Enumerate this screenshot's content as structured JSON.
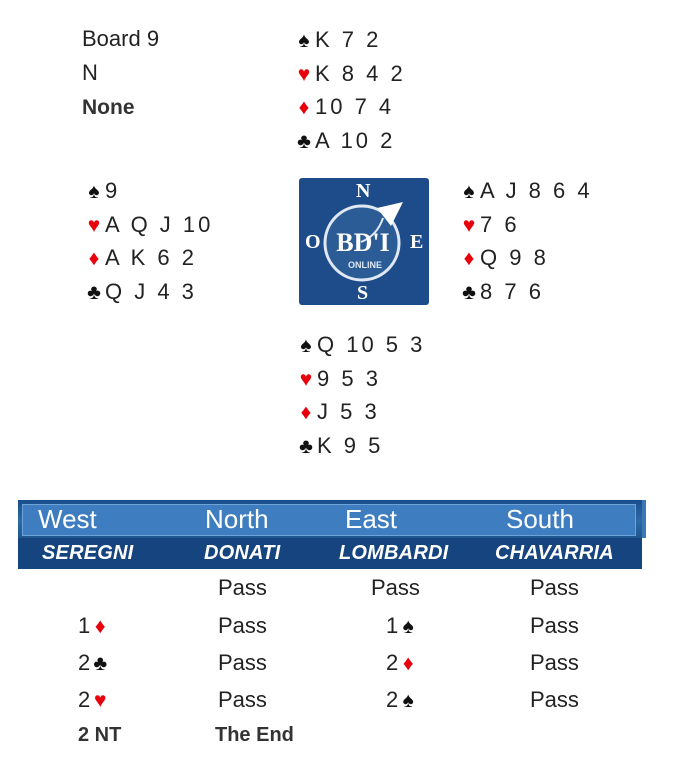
{
  "board": {
    "title": "Board 9",
    "dealer": "N",
    "vulnerability": "None"
  },
  "hands": {
    "north": {
      "spades": "K 7 2",
      "hearts": "K 8 4 2",
      "diamonds": "10 7 4",
      "clubs": "A 10 2"
    },
    "west": {
      "spades": "9",
      "hearts": "A Q J 10",
      "diamonds": "A K 6 2",
      "clubs": "Q J 4 3"
    },
    "east": {
      "spades": "A J 8 6 4",
      "hearts": "7 6",
      "diamonds": "Q 9 8",
      "clubs": "8 7 6"
    },
    "south": {
      "spades": "Q 10 5 3",
      "hearts": "9 5 3",
      "diamonds": "J 5 3",
      "clubs": "K 9 5"
    }
  },
  "logo": {
    "n": "N",
    "s": "S",
    "o": "O",
    "e": "E",
    "text": "BD'I",
    "sub": "ONLINE"
  },
  "colors": {
    "logo_bg": "#1e4c8a",
    "header_blue": "#3e7dc0",
    "header_dark": "#16447f",
    "red_suit": "#e8000b"
  },
  "auction": {
    "seats": [
      "West",
      "North",
      "East",
      "South"
    ],
    "players": [
      "SEREGNI",
      "DONATI",
      "LOMBARDI",
      "CHAVARRIA"
    ],
    "rows": [
      {
        "west": "",
        "north": "Pass",
        "east": "Pass",
        "south": "Pass"
      },
      {
        "west": "1",
        "west_suit": "diamond",
        "north": "Pass",
        "east": "1",
        "east_suit": "spade",
        "south": "Pass"
      },
      {
        "west": "2",
        "west_suit": "club",
        "north": "Pass",
        "east": "2",
        "east_suit": "diamond",
        "south": "Pass"
      },
      {
        "west": "2",
        "west_suit": "heart",
        "north": "Pass",
        "east": "2",
        "east_suit": "spade",
        "south": "Pass"
      }
    ],
    "final_bid": "2 NT",
    "end_label": "The End"
  }
}
